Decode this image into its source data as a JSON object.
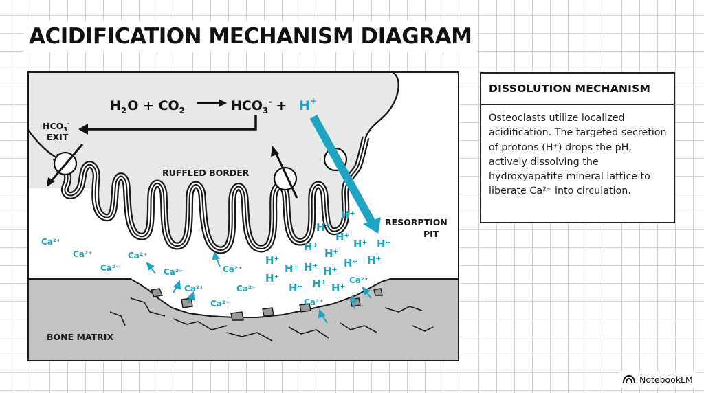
{
  "title": "ACIDIFICATION MECHANISM DIAGRAM",
  "equation": {
    "water": "H",
    "water_sub": "2",
    "water_rest": "O + CO",
    "co2_sub": "2",
    "bicarb": "HCO",
    "bicarb_sub": "3",
    "bicarb_sup": "-",
    "plus": "+",
    "proton": "H",
    "proton_sup": "+"
  },
  "labels": {
    "hco3_exit_top": "HCO",
    "hco3_exit_sub": "3",
    "hco3_exit_sup": "-",
    "hco3_exit_bottom": "EXIT",
    "ruffled_border": "RUFFLED BORDER",
    "resorption_pit_1": "RESORPTION",
    "resorption_pit_2": "PIT",
    "bone_matrix": "BONE MATRIX"
  },
  "ions": {
    "calcium": "Ca²⁺",
    "proton": "H⁺"
  },
  "panel": {
    "heading": "DISSOLUTION MECHANISM",
    "body": "Osteoclasts utilize localized acidification. The targeted secretion of protons (H⁺) drops the pH, actively dissolving the hydroxyapatite mineral lattice to liberate Ca²⁺ into circulation."
  },
  "brand": {
    "name": "NotebookLM",
    "icon": "notebooklm-logo-icon"
  },
  "colors": {
    "accent": "#1ea3c2",
    "cell": "#e8e8e8",
    "bone": "#c4c4c4",
    "ink": "#1a1a1a"
  }
}
